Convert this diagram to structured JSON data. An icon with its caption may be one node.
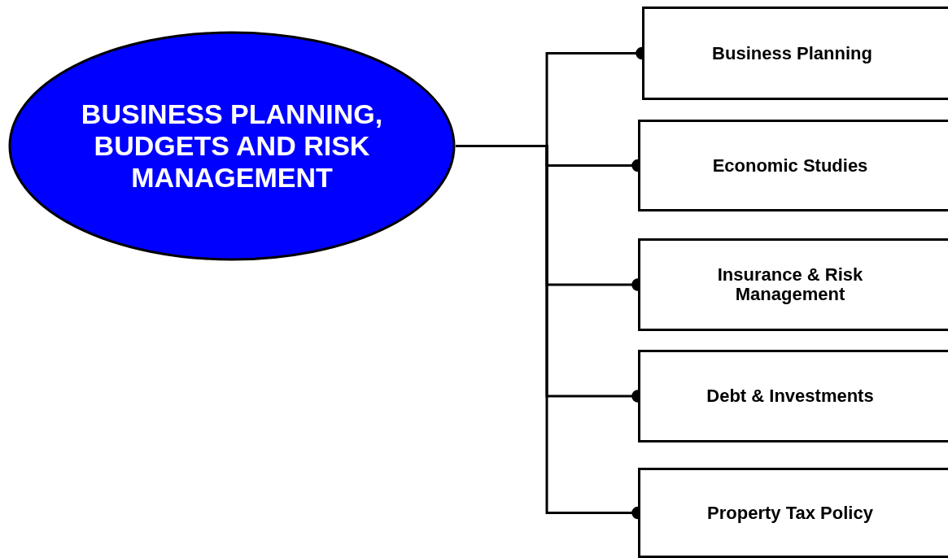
{
  "diagram": {
    "nodes": [
      {
        "text": [
          "BUSINESS PLANNING, BUDGETS AND RISK MANAGEMENT"
        ]
      },
      {
        "text": [
          "Business Planning"
        ]
      },
      {
        "text": [
          "Economic Studies"
        ]
      },
      {
        "text": [
          "Insurance & Risk Management"
        ]
      },
      {
        "text": [
          "Debt & Investments"
        ]
      },
      {
        "text": [
          "Property Tax Policy"
        ]
      }
    ],
    "edges": [
      {
        "from": 0,
        "to": 1,
        "arrow": "other"
      },
      {
        "from": 0,
        "to": 2,
        "arrow": "other"
      },
      {
        "from": 0,
        "to": 3,
        "arrow": "other"
      },
      {
        "from": 0,
        "to": 4,
        "arrow": "other"
      },
      {
        "from": 0,
        "to": 5,
        "arrow": "other"
      }
    ]
  }
}
